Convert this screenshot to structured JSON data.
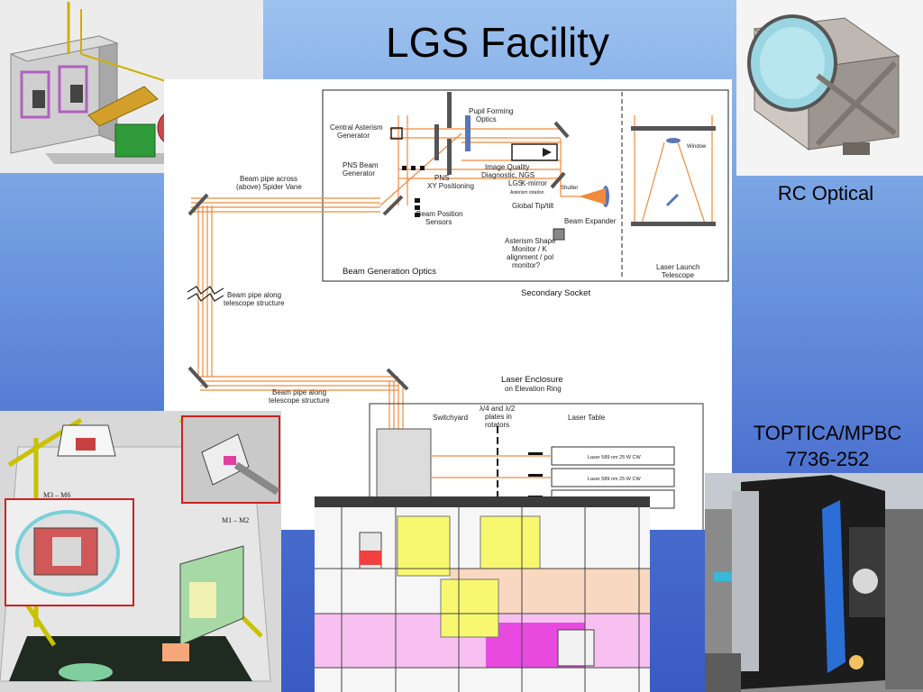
{
  "slide": {
    "title": "LGS Facility",
    "captions": {
      "rc_optical": "RC Optical",
      "toptica_line1": "TOPTICA/MPBC",
      "toptica_line2": "7736-252"
    }
  },
  "diagram": {
    "labels": {
      "pupil_forming": [
        "Pupil Forming",
        "Optics"
      ],
      "central_asterism": [
        "Central Asterism",
        "Generator"
      ],
      "pns_beam": [
        "PNS Beam",
        "Generator"
      ],
      "pns_xy": [
        "PNS",
        "XY Positioning"
      ],
      "image_quality": [
        "Image Quality",
        "Diagnostic, NGS",
        "LGS"
      ],
      "k_mirror": "K-mirror",
      "asterism_rotation": "Asterism rotation",
      "global_tiptilt": "Global Tip/tilt",
      "shutter": "Shutter",
      "beam_expander": "Beam Expander",
      "beam_position": [
        "Beam Position",
        "Sensors"
      ],
      "asterism_shape": [
        "Asterism Shape",
        "Monitor / K",
        "alignment / pol",
        "monitor?"
      ],
      "beam_generation_optics": "Beam Generation Optics",
      "secondary_socket": "Secondary Socket",
      "window": "Window",
      "laser_launch": [
        "Laser Launch",
        "Telescope"
      ],
      "beam_pipe_spider": [
        "Beam pipe across",
        "(above) Spider Vane"
      ],
      "beam_pipe_telescope": [
        "Beam pipe along",
        "telescope structure"
      ],
      "beam_pipe_telescope_2": [
        "Beam pipe along",
        "telescope structure"
      ],
      "laser_enclosure": [
        "Laser Enclosure",
        "on Elevation Ring"
      ],
      "switchyard": "Switchyard",
      "waveplates": [
        "λ/4 and λ/2",
        "plates in",
        "rotators"
      ],
      "laser_table": "Laser Table",
      "laser_unit_1": "Laser 589 nm 25 W CW",
      "laser_unit_2": "Laser 589 nm 25 W CW",
      "m3_m6": "M3 – M6",
      "m1_m2": "M1 – M2"
    }
  }
}
